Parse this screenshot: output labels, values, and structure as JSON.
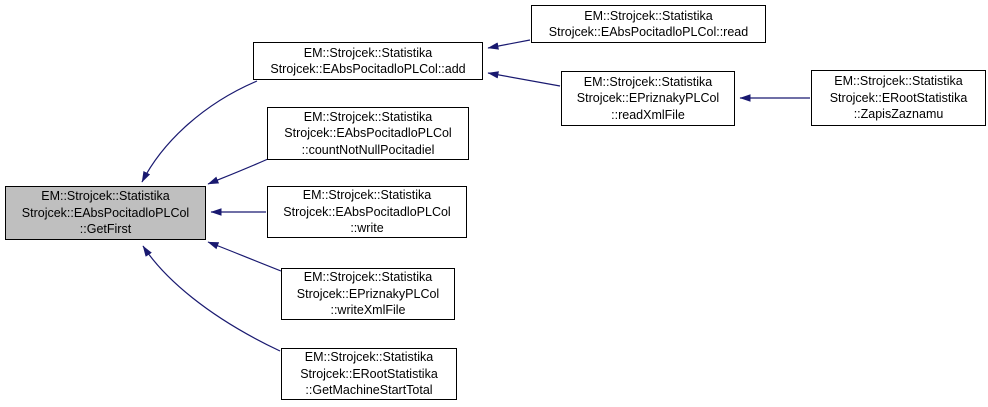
{
  "diagram": {
    "type": "call-graph",
    "arrow_color": "#191970",
    "node_border_color": "#000000",
    "node_fill": "#ffffff",
    "highlight_fill": "#bfbfbf",
    "nodes": [
      {
        "id": "getfirst",
        "highlighted": true,
        "lines": [
          "EM::Strojcek::Statistika",
          "Strojcek::EAbsPocitadloPLCol",
          "::GetFirst"
        ]
      },
      {
        "id": "add",
        "highlighted": false,
        "lines": [
          "EM::Strojcek::Statistika",
          "Strojcek::EAbsPocitadloPLCol::add"
        ]
      },
      {
        "id": "read",
        "highlighted": false,
        "lines": [
          "EM::Strojcek::Statistika",
          "Strojcek::EAbsPocitadloPLCol::read"
        ]
      },
      {
        "id": "readXmlFile",
        "highlighted": false,
        "lines": [
          "EM::Strojcek::Statistika",
          "Strojcek::EPriznakyPLCol",
          "::readXmlFile"
        ]
      },
      {
        "id": "ZapisZaznamu",
        "highlighted": false,
        "lines": [
          "EM::Strojcek::Statistika",
          "Strojcek::ERootStatistika",
          "::ZapisZaznamu"
        ]
      },
      {
        "id": "countNotNullPocitadiel",
        "highlighted": false,
        "lines": [
          "EM::Strojcek::Statistika",
          "Strojcek::EAbsPocitadloPLCol",
          "::countNotNullPocitadiel"
        ]
      },
      {
        "id": "write",
        "highlighted": false,
        "lines": [
          "EM::Strojcek::Statistika",
          "Strojcek::EAbsPocitadloPLCol",
          "::write"
        ]
      },
      {
        "id": "writeXmlFile",
        "highlighted": false,
        "lines": [
          "EM::Strojcek::Statistika",
          "Strojcek::EPriznakyPLCol",
          "::writeXmlFile"
        ]
      },
      {
        "id": "GetMachineStartTotal",
        "highlighted": false,
        "lines": [
          "EM::Strojcek::Statistika",
          "Strojcek::ERootStatistika",
          "::GetMachineStartTotal"
        ]
      }
    ],
    "edges": [
      {
        "from": "add",
        "to": "getfirst"
      },
      {
        "from": "countNotNullPocitadiel",
        "to": "getfirst"
      },
      {
        "from": "write",
        "to": "getfirst"
      },
      {
        "from": "writeXmlFile",
        "to": "getfirst"
      },
      {
        "from": "GetMachineStartTotal",
        "to": "getfirst"
      },
      {
        "from": "read",
        "to": "add"
      },
      {
        "from": "readXmlFile",
        "to": "add"
      },
      {
        "from": "ZapisZaznamu",
        "to": "readXmlFile"
      }
    ]
  }
}
